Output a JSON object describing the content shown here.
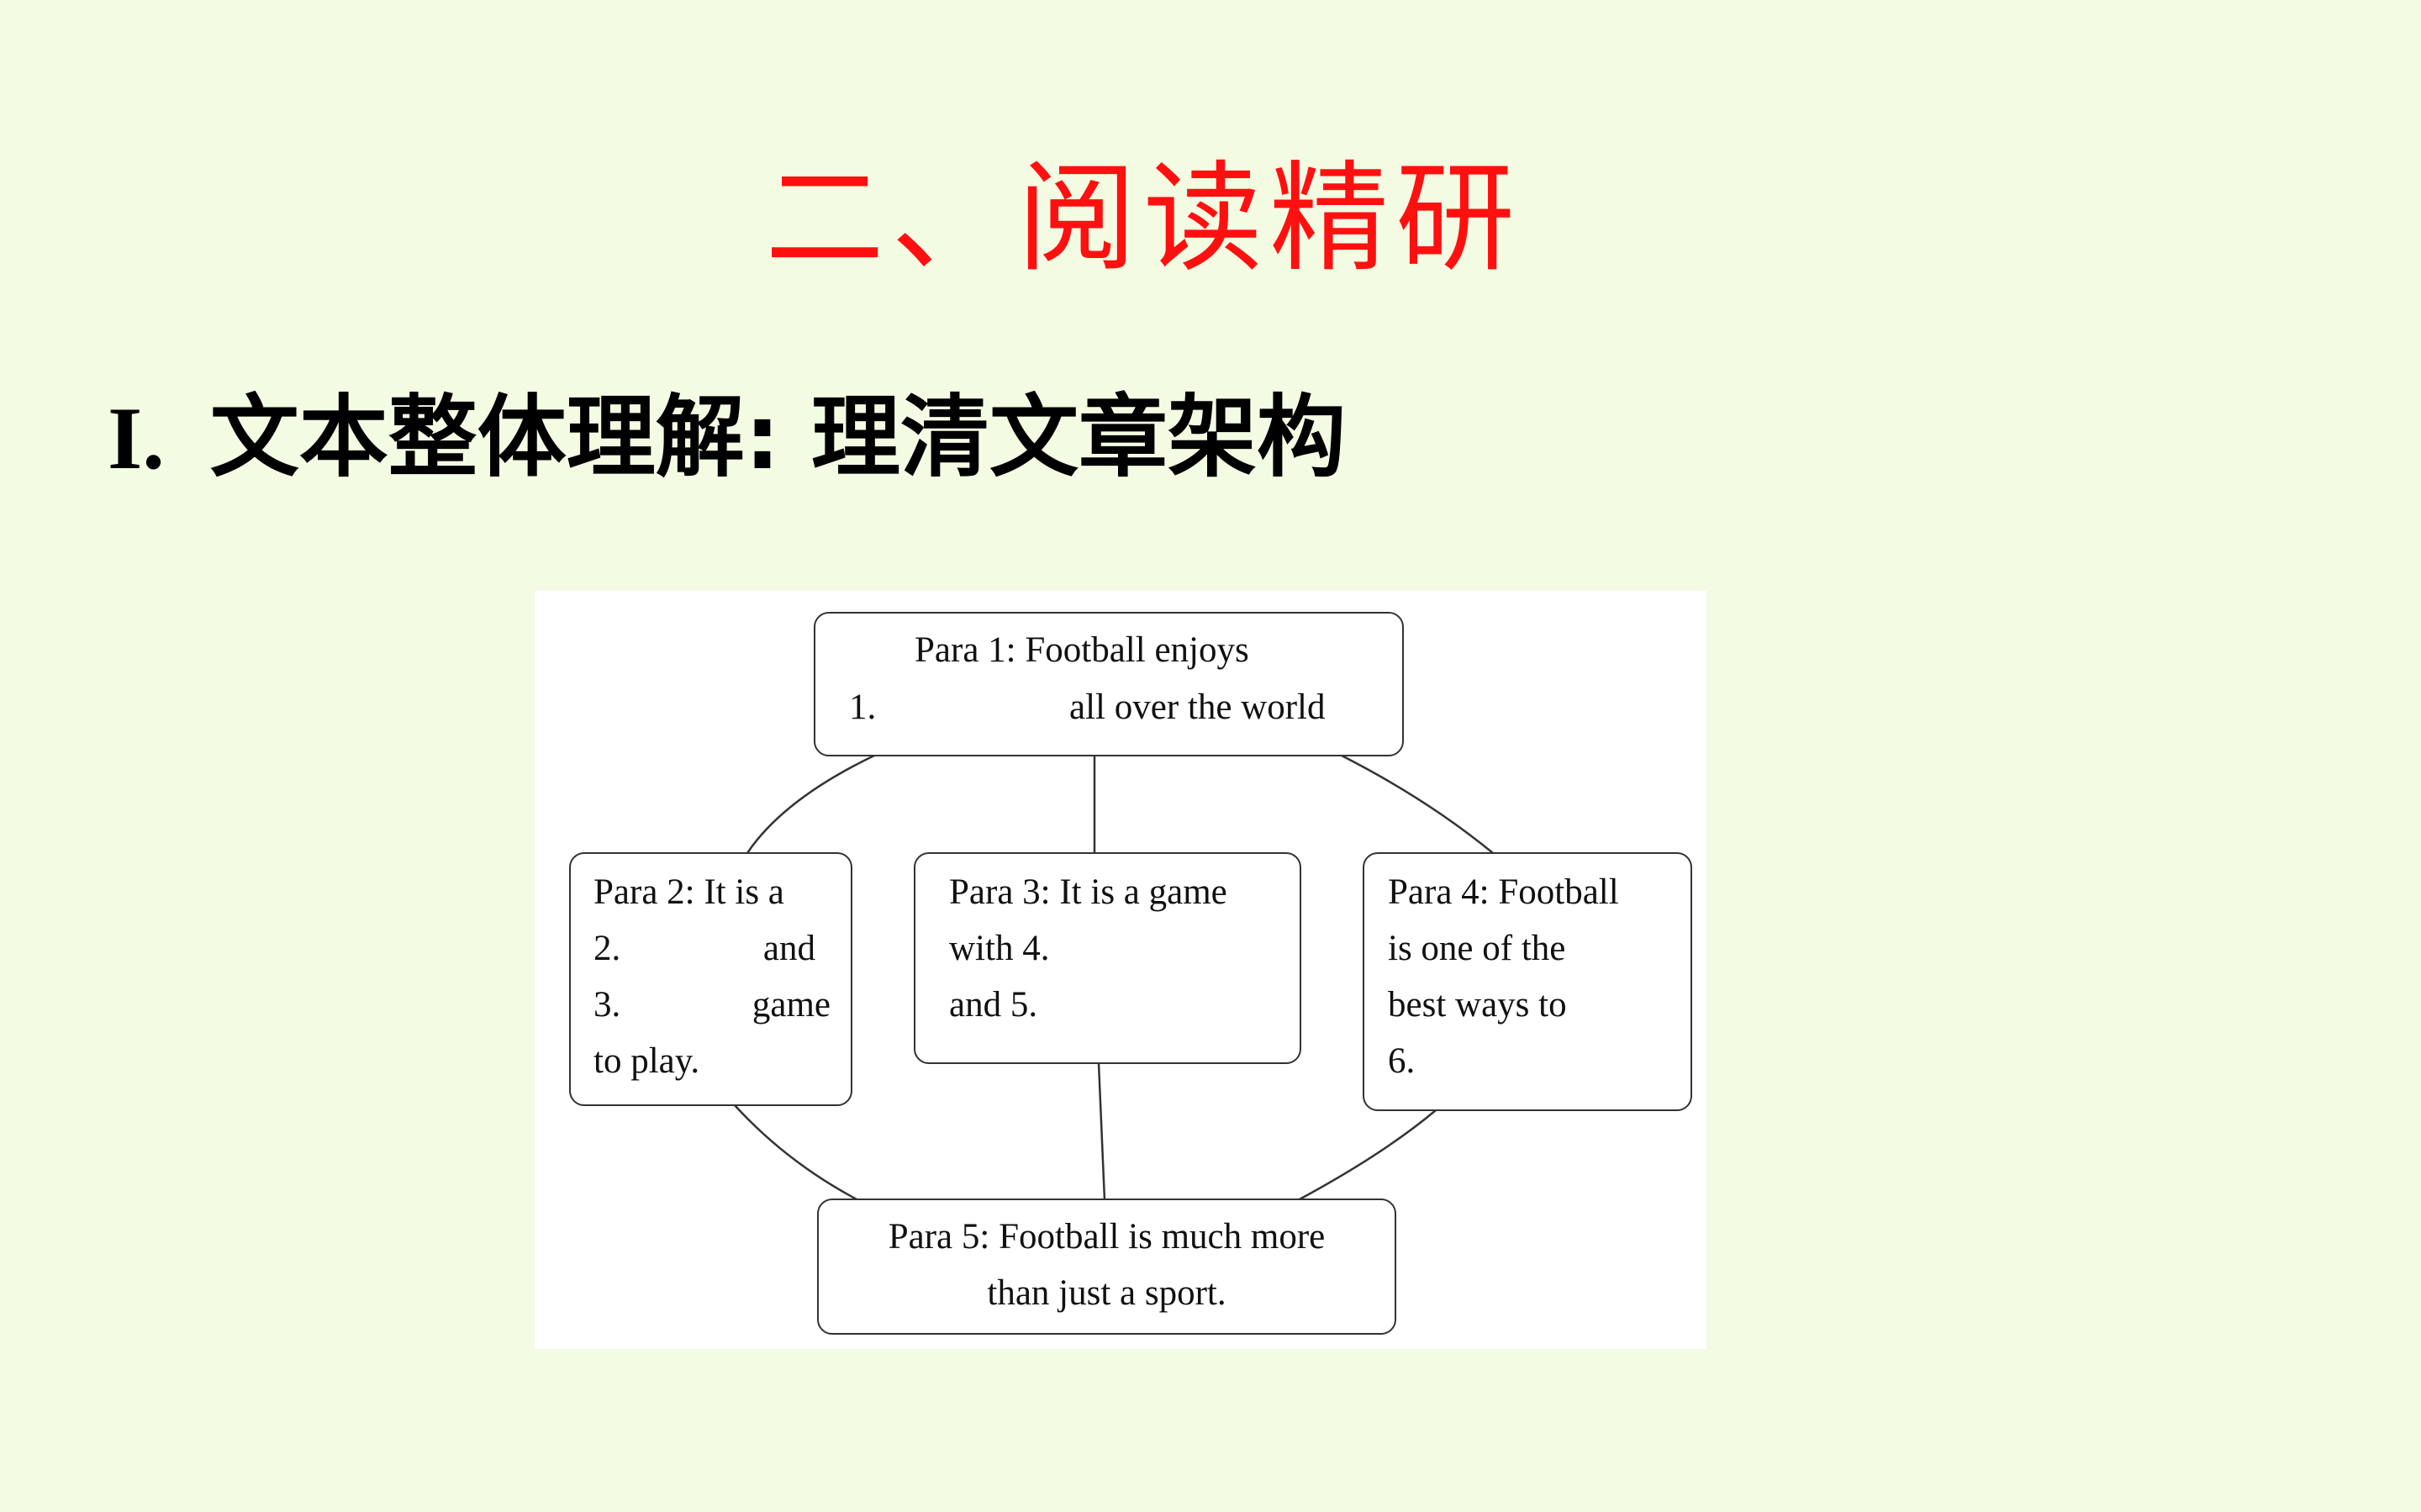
{
  "slide": {
    "title": "二、阅读精研",
    "section_number": "I.",
    "section_title": "文本整体理解: 理清文章架构"
  },
  "diagram": {
    "para1": {
      "line1": "Para 1: Football enjoys",
      "blank_num": "1.",
      "line2_rest": "all over the world"
    },
    "para2": {
      "line1": "Para 2: It is a",
      "blank2_num": "2.",
      "blank2_rest": "and",
      "blank3_num": "3.",
      "blank3_rest": "game",
      "line4": "to play."
    },
    "para3": {
      "line1": "Para 3: It is a game",
      "line2": "with 4.",
      "line3": "and 5."
    },
    "para4": {
      "line1": "Para 4: Football",
      "line2": "is one of the",
      "line3": "best ways to",
      "line4": "6."
    },
    "para5": {
      "line1": "Para 5: Football is much more",
      "line2": "than just a sport."
    }
  }
}
